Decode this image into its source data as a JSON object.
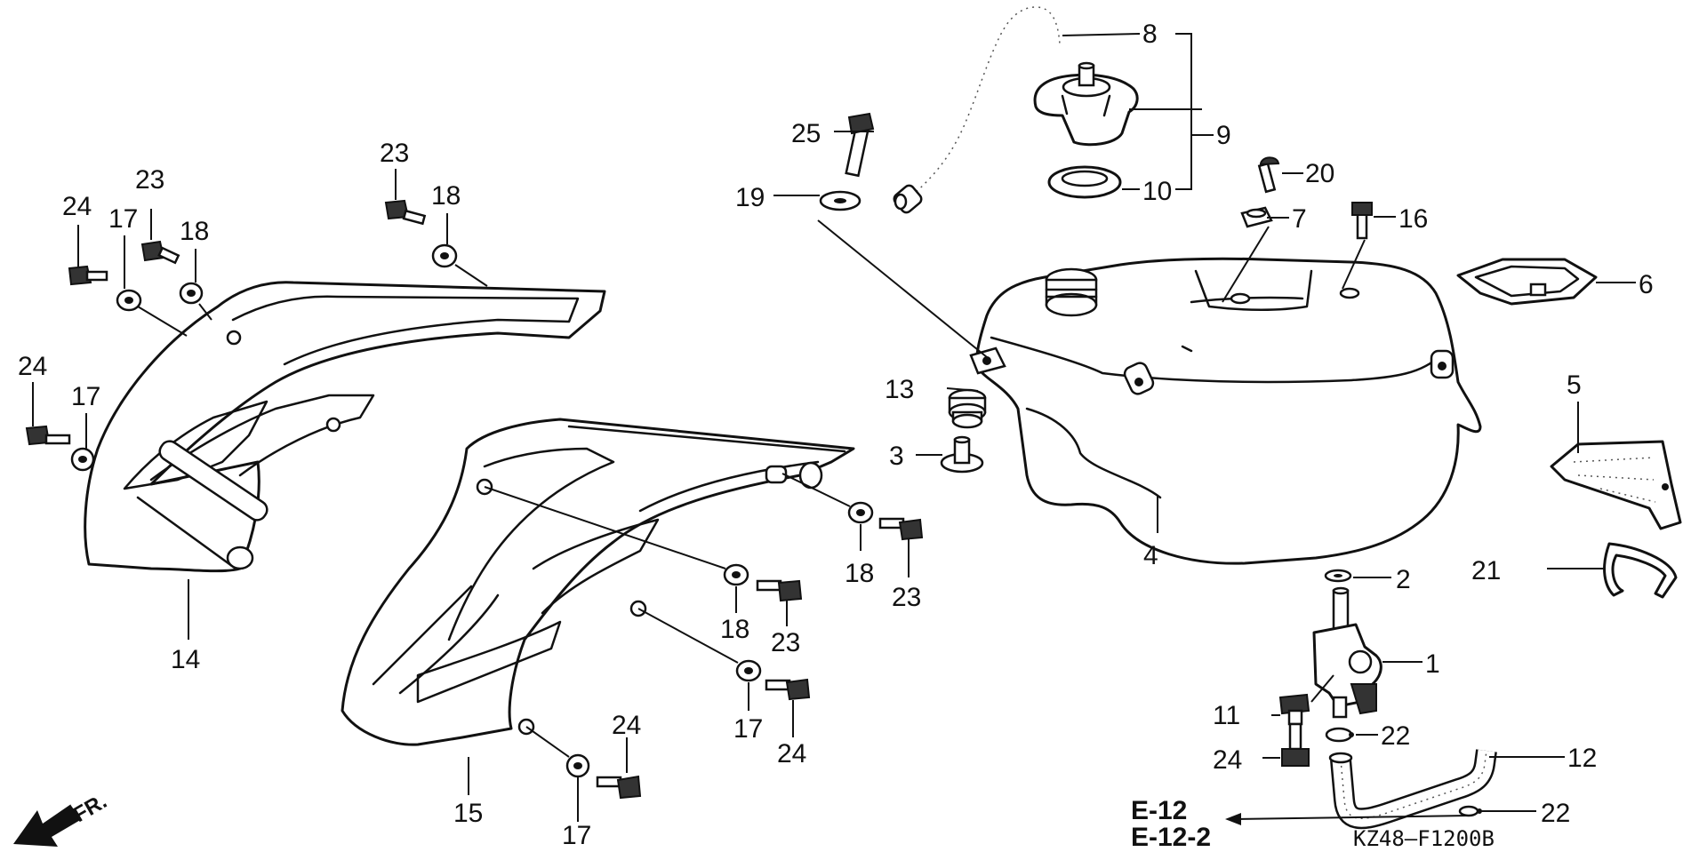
{
  "diagram": {
    "callouts": [
      {
        "id": "c8",
        "label": "8"
      },
      {
        "id": "c9",
        "label": "9"
      },
      {
        "id": "c10",
        "label": "10"
      },
      {
        "id": "c25",
        "label": "25"
      },
      {
        "id": "c19",
        "label": "19"
      },
      {
        "id": "c20",
        "label": "20"
      },
      {
        "id": "c7",
        "label": "7"
      },
      {
        "id": "c16",
        "label": "16"
      },
      {
        "id": "c6",
        "label": "6"
      },
      {
        "id": "c13",
        "label": "13"
      },
      {
        "id": "c3",
        "label": "3"
      },
      {
        "id": "c4",
        "label": "4"
      },
      {
        "id": "c5",
        "label": "5"
      },
      {
        "id": "c21",
        "label": "21"
      },
      {
        "id": "c2",
        "label": "2"
      },
      {
        "id": "c1",
        "label": "1"
      },
      {
        "id": "c11",
        "label": "11"
      },
      {
        "id": "c22a",
        "label": "22"
      },
      {
        "id": "c24r",
        "label": "24"
      },
      {
        "id": "c12",
        "label": "12"
      },
      {
        "id": "c22b",
        "label": "22"
      },
      {
        "id": "c24a",
        "label": "24"
      },
      {
        "id": "c17a",
        "label": "17"
      },
      {
        "id": "c23a",
        "label": "23"
      },
      {
        "id": "c18a",
        "label": "18"
      },
      {
        "id": "c23b",
        "label": "23"
      },
      {
        "id": "c18b",
        "label": "18"
      },
      {
        "id": "c24b",
        "label": "24"
      },
      {
        "id": "c17b",
        "label": "17"
      },
      {
        "id": "c14",
        "label": "14"
      },
      {
        "id": "c18c",
        "label": "18"
      },
      {
        "id": "c23c",
        "label": "23"
      },
      {
        "id": "c18d",
        "label": "18"
      },
      {
        "id": "c23d",
        "label": "23"
      },
      {
        "id": "c17c",
        "label": "17"
      },
      {
        "id": "c24c",
        "label": "24"
      },
      {
        "id": "c24d",
        "label": "24"
      },
      {
        "id": "c15",
        "label": "15"
      },
      {
        "id": "c17d",
        "label": "17"
      }
    ],
    "references": [
      "E-12",
      "E-12-2"
    ],
    "direction_label": "FR.",
    "drawing_code": "KZ48—F1200B"
  }
}
